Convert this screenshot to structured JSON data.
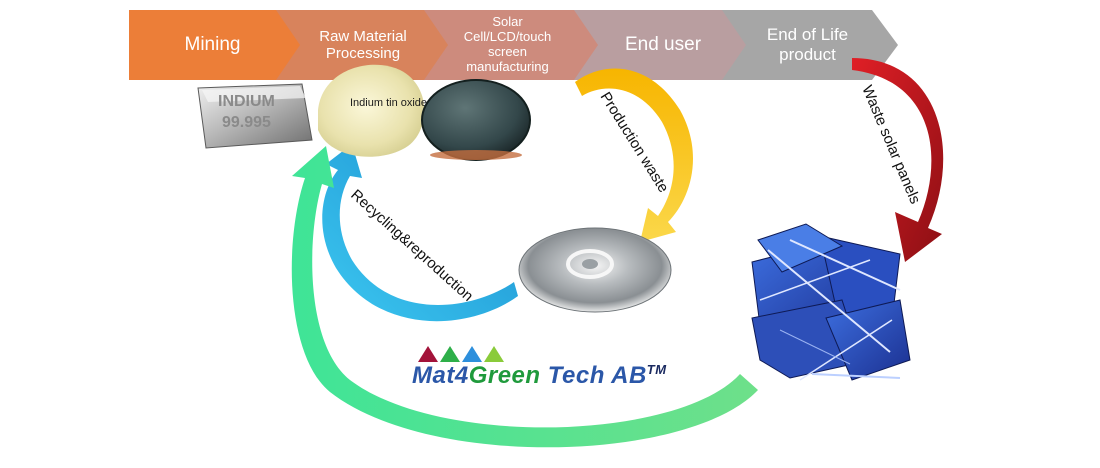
{
  "stages": [
    {
      "label": "Mining",
      "color": "#ec7e38"
    },
    {
      "label": "Raw Material Processing",
      "color": "#d8835c"
    },
    {
      "label": "Solar Cell/LCD/touch screen manufacturing",
      "color": "#cd8b7d"
    },
    {
      "label": "End user",
      "color": "#b99ea0"
    },
    {
      "label": "End of Life product",
      "color": "#a6a6a6"
    }
  ],
  "images": {
    "ingot_text_1": "INDIUM",
    "ingot_text_2": "99.995",
    "powder_label": "Indium tin oxide"
  },
  "arrows": {
    "production_waste": "Production waste",
    "waste_solar_panels": "Waste solar panels",
    "recycling": "Recycling&reproduction"
  },
  "colors": {
    "yellow_arrow": "#f4c20d",
    "red_arrow": "#b8141a",
    "blue_arrow": "#29a9e1",
    "green_arrow": "#4fe08a"
  },
  "logo": {
    "part1": "Mat4",
    "part2": "Green",
    "part3": " Tech AB",
    "tm": "TM",
    "triangle_colors": [
      "#a3133a",
      "#2eaf49",
      "#2d8fdc",
      "#8acb3a"
    ]
  }
}
